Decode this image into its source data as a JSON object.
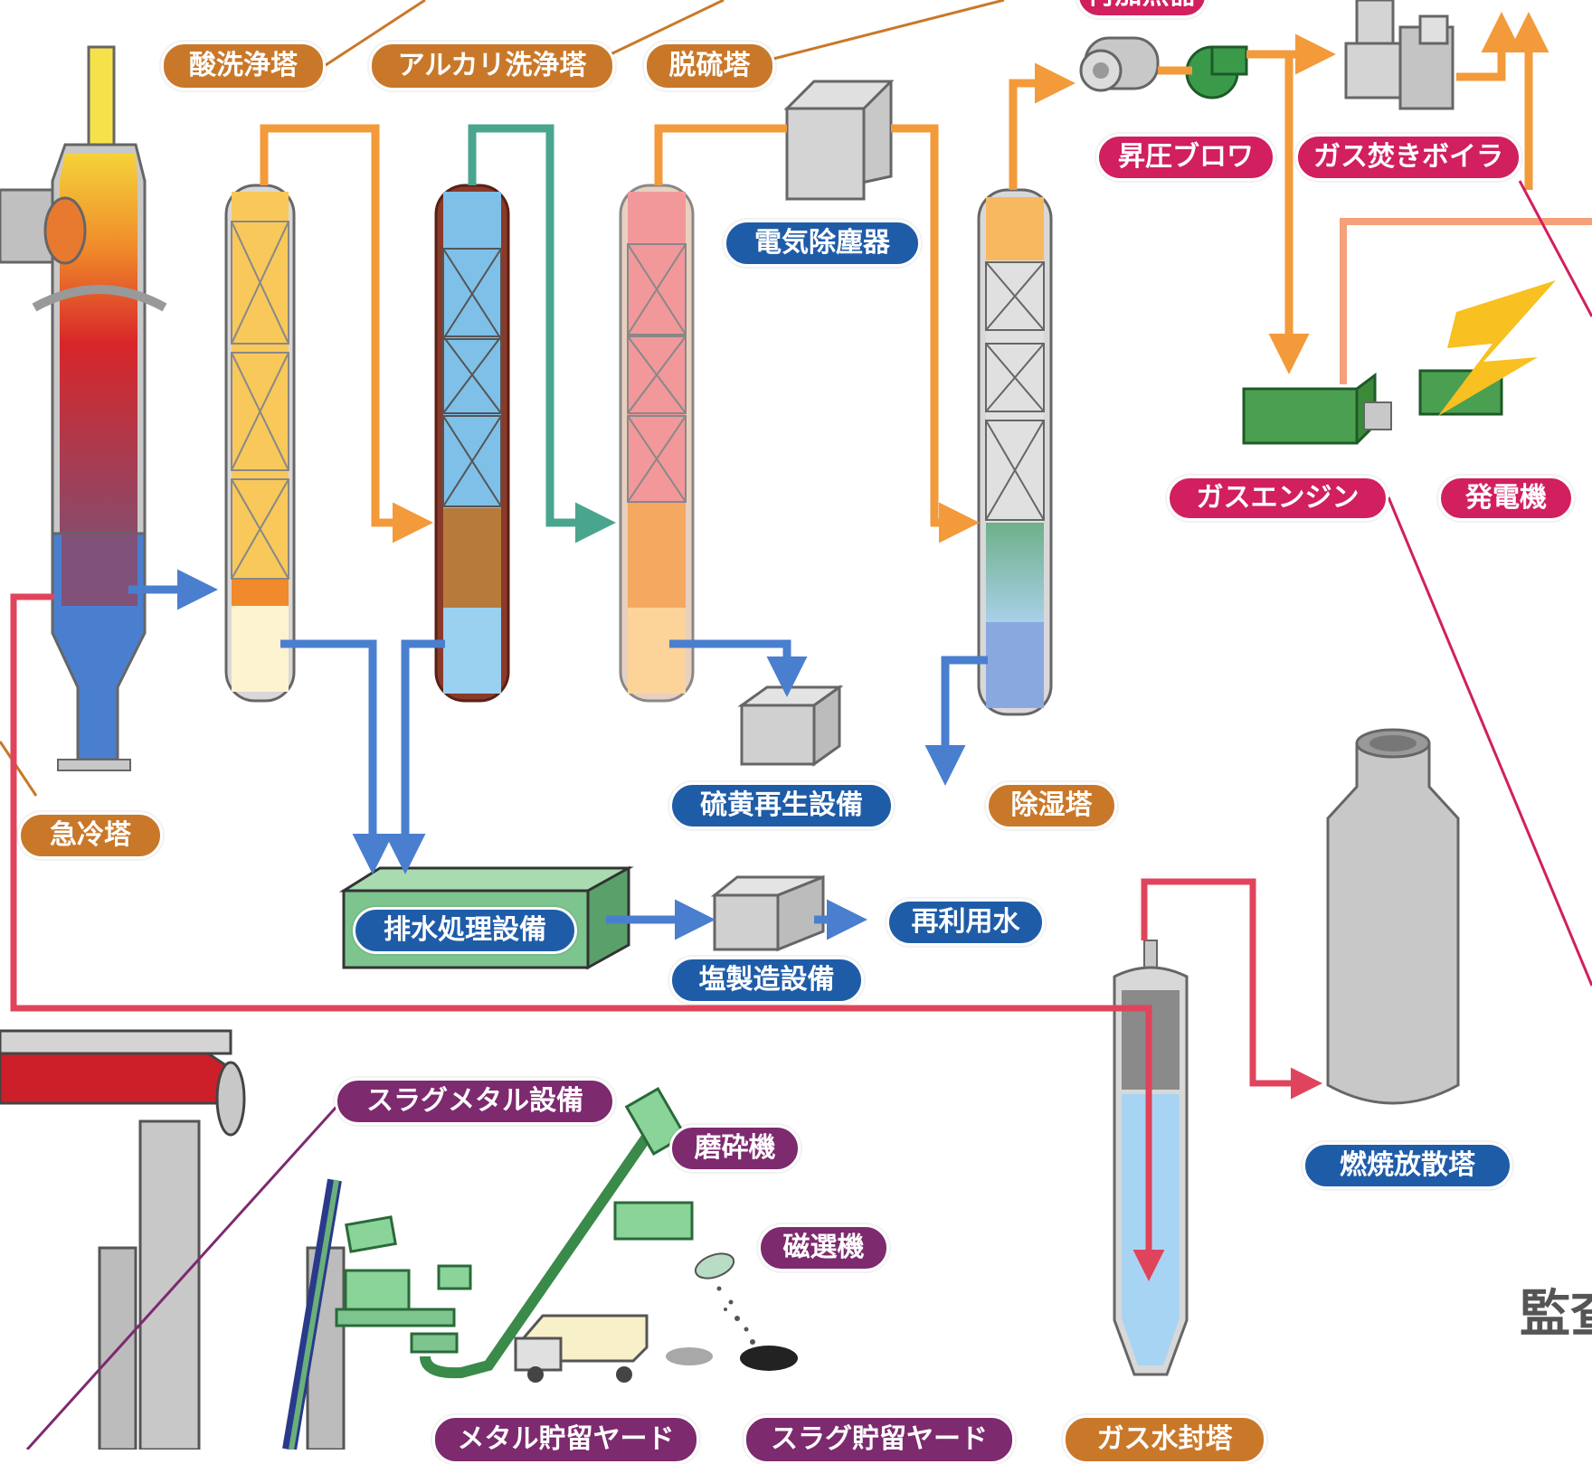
{
  "labels": {
    "acid_wash_tower": "酸洗浄塔",
    "alkali_wash_tower": "アルカリ洗浄塔",
    "desulfurization_tower": "脱硫塔",
    "reheater": "再加熱器",
    "booster_blower": "昇圧ブロワ",
    "gas_boiler": "ガス焚きボイラ",
    "electrostatic_precipitator": "電気除塵器",
    "gas_engine": "ガスエンジン",
    "generator": "発電機",
    "quench_tower": "急冷塔",
    "sulfur_recovery": "硫黄再生設備",
    "dehumidifier_tower": "除湿塔",
    "wastewater_treatment": "排水処理設備",
    "salt_production": "塩製造設備",
    "reused_water": "再利用水",
    "slag_metal_facility": "スラグメタル設備",
    "grinder": "磨砕機",
    "magnetic_separator": "磁選機",
    "combustion_stack": "燃焼放散塔",
    "metal_storage_yard": "メタル貯留ヤード",
    "slag_storage_yard": "スラグ貯留ヤード",
    "gas_water_seal_tower": "ガス水封塔",
    "corner_text": "監查"
  },
  "colors": {
    "process_label": "#c9782a",
    "water_label": "#1f5ca8",
    "energy_label": "#d11f5f",
    "slag_label": "#7d2a6f",
    "gas_line": "#f39a3a",
    "water_line": "#4a7fcf",
    "alkali_line": "#4aa58f",
    "vent_line": "#e0445c"
  }
}
